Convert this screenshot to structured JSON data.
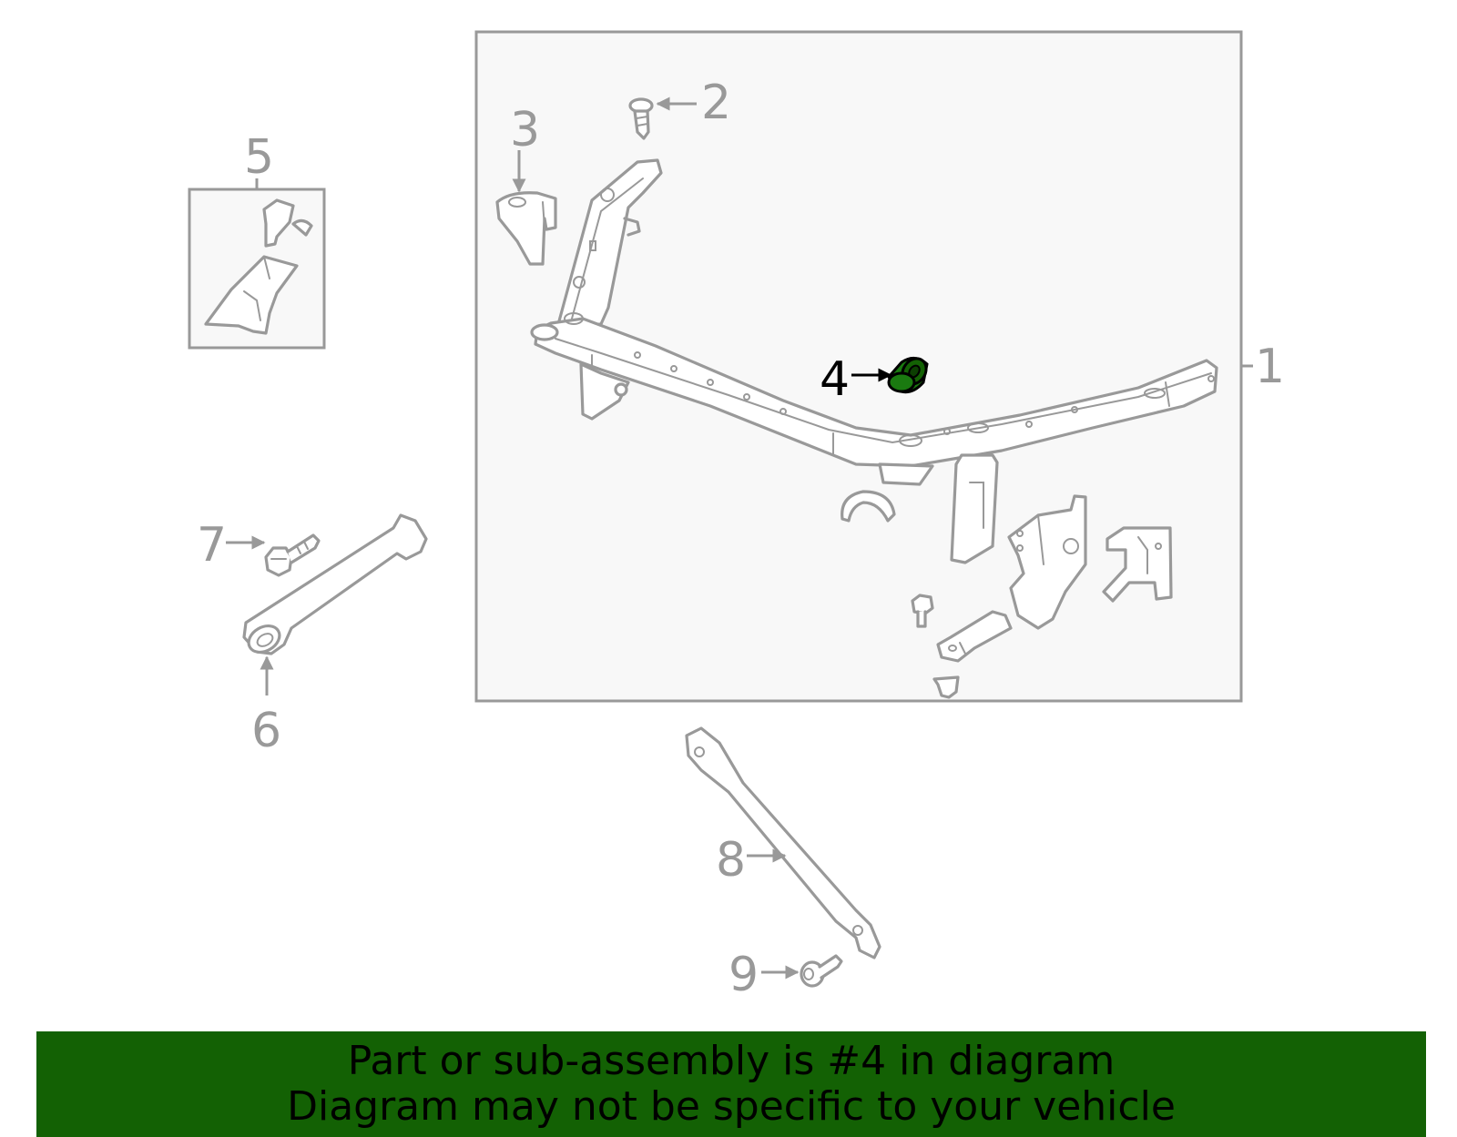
{
  "callouts": {
    "c1": "1",
    "c2": "2",
    "c3": "3",
    "c4": "4",
    "c5": "5",
    "c6": "6",
    "c7": "7",
    "c8": "8",
    "c9": "9"
  },
  "colors": {
    "line": "#999999",
    "highlight_part": "#1a7a10",
    "banner_bg": "#136104",
    "panel_bg": "#f8f8f8"
  },
  "banner": {
    "line1": "Part or sub-assembly is #4 in diagram",
    "line2": "Diagram may not be specific to your vehicle"
  }
}
